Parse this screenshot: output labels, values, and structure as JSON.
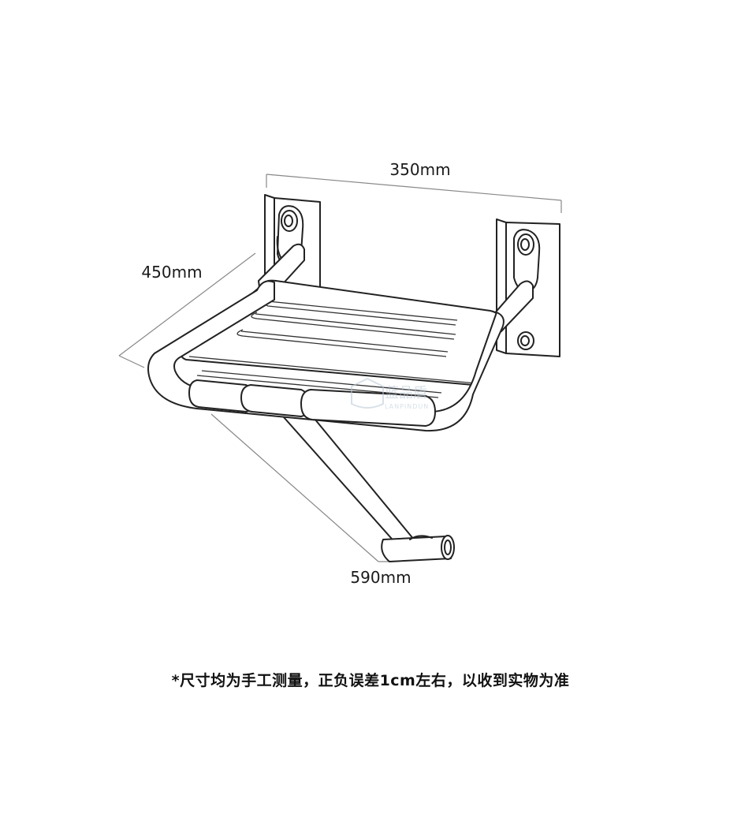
{
  "dimensions": {
    "width_label": "350mm",
    "depth_label": "450mm",
    "height_label": "590mm"
  },
  "watermark": {
    "brand_text": "蓝品盾",
    "brand_pinyin": "LANPINDUN"
  },
  "note": "*尺寸均为手工测量，正负误差1cm左右，以收到实物为准",
  "colors": {
    "line": "#222222",
    "dimension_line": "#888888",
    "watermark": "#b9c8d6"
  }
}
